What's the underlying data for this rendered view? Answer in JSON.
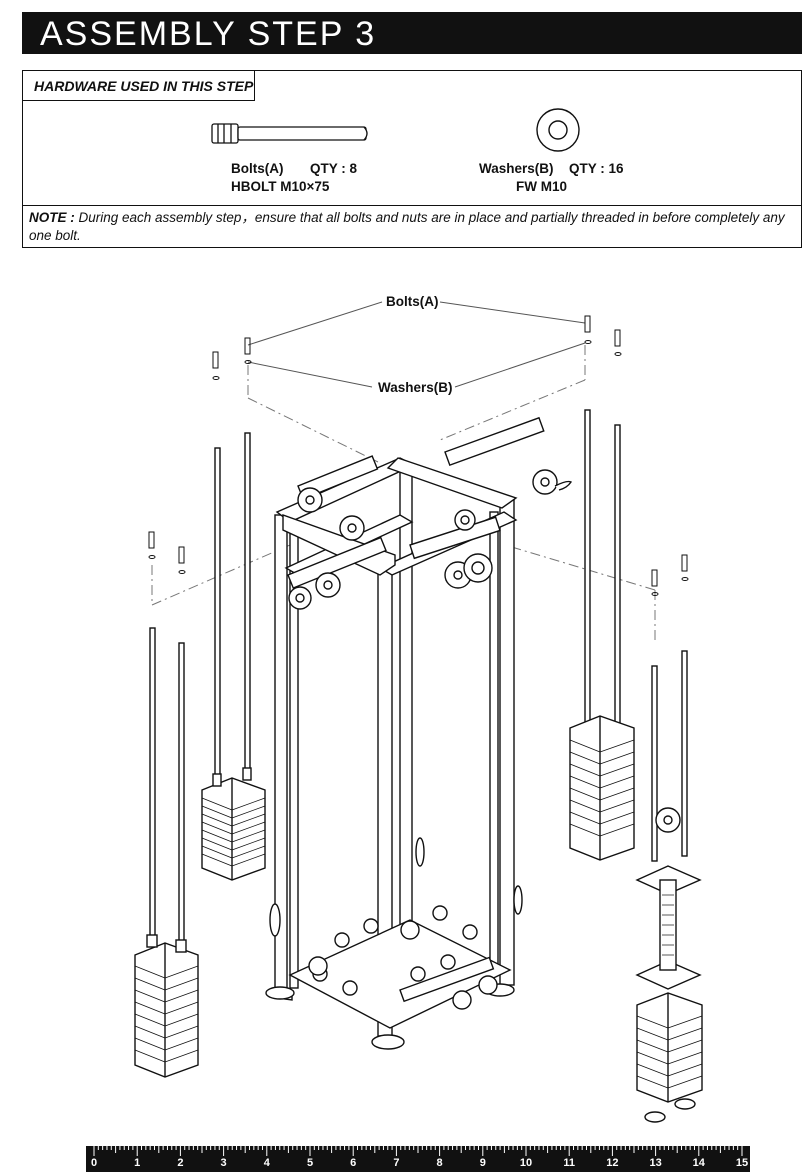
{
  "header": {
    "title": "ASSEMBLY STEP 3"
  },
  "hardware": {
    "section_label": "HARDWARE USED  IN  THIS  STEP",
    "bolt": {
      "name": "Bolts(A)",
      "qty": "QTY : 8",
      "spec": "HBOLT  M10×75",
      "icon": "bolt-icon"
    },
    "washer": {
      "name": "Washers(B)",
      "qty": "QTY : 16",
      "spec": "FW  M10",
      "icon": "washer-icon"
    }
  },
  "note": {
    "label": "NOTE :",
    "text": " During each assembly step，ensure that all bolts and nuts are in place and partially threaded in before completely any one bolt."
  },
  "diagram": {
    "callout_bolts": "Bolts(A)",
    "callout_washers": "Washers(B)"
  },
  "ruler": {
    "labels": [
      "0",
      "1",
      "2",
      "3",
      "4",
      "5",
      "6",
      "7",
      "8",
      "9",
      "10",
      "11",
      "12",
      "13",
      "14",
      "15"
    ]
  }
}
